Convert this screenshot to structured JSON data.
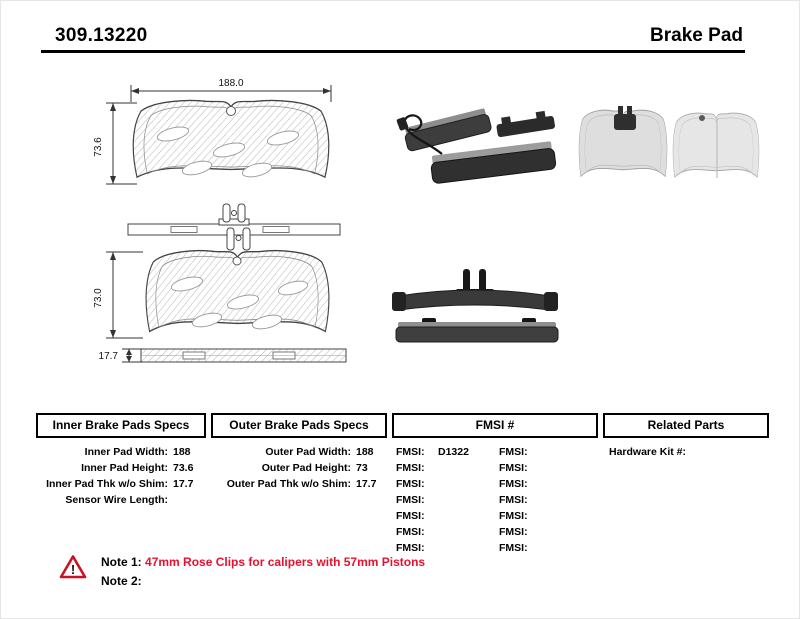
{
  "header": {
    "part_number": "309.13220",
    "title": "Brake Pad"
  },
  "diagram": {
    "dims": {
      "width_top": "188.0",
      "height_top": "73.6",
      "height_bottom": "73.0",
      "thickness": "17.7"
    }
  },
  "specs": {
    "inner": {
      "title": "Inner Brake Pads Specs",
      "rows": [
        {
          "label": "Inner Pad Width:",
          "value": "188"
        },
        {
          "label": "Inner Pad Height:",
          "value": "73.6"
        },
        {
          "label": "Inner Pad Thk w/o Shim:",
          "value": "17.7"
        },
        {
          "label": "Sensor Wire Length:",
          "value": ""
        }
      ]
    },
    "outer": {
      "title": "Outer Brake Pads Specs",
      "rows": [
        {
          "label": "Outer Pad Width:",
          "value": "188"
        },
        {
          "label": "Outer Pad Height:",
          "value": "73"
        },
        {
          "label": "Outer Pad Thk w/o Shim:",
          "value": "17.7"
        }
      ]
    },
    "fmsi": {
      "title": "FMSI #",
      "col1": [
        {
          "label": "FMSI:",
          "value": "D1322"
        },
        {
          "label": "FMSI:",
          "value": ""
        },
        {
          "label": "FMSI:",
          "value": ""
        },
        {
          "label": "FMSI:",
          "value": ""
        },
        {
          "label": "FMSI:",
          "value": ""
        },
        {
          "label": "FMSI:",
          "value": ""
        },
        {
          "label": "FMSI:",
          "value": ""
        }
      ],
      "col2": [
        {
          "label": "FMSI:",
          "value": ""
        },
        {
          "label": "FMSI:",
          "value": ""
        },
        {
          "label": "FMSI:",
          "value": ""
        },
        {
          "label": "FMSI:",
          "value": ""
        },
        {
          "label": "FMSI:",
          "value": ""
        },
        {
          "label": "FMSI:",
          "value": ""
        },
        {
          "label": "FMSI:",
          "value": ""
        }
      ]
    },
    "related": {
      "title": "Related Parts",
      "rows": [
        {
          "label": "Hardware Kit #:",
          "value": ""
        }
      ]
    }
  },
  "notes": {
    "note1_label": "Note 1:",
    "note1_text": "47mm Rose Clips for calipers with 57mm Pistons",
    "note2_label": "Note 2:",
    "note2_text": ""
  },
  "icons": {
    "warning_glyph": "!"
  },
  "colors": {
    "note_red": "#e8112d",
    "warning_red": "#cc1122"
  }
}
